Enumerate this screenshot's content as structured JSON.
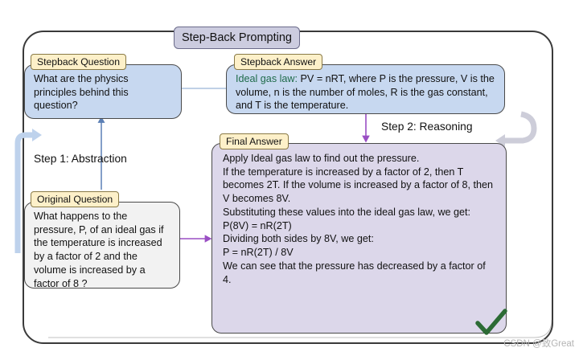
{
  "diagram": {
    "title": "Step-Back Prompting",
    "watermark": "CSDN @致Great",
    "colors": {
      "title_chip_bg": "#ccccdf",
      "tab_bg": "#fdf0c9",
      "box_blue": "#c7d8f0",
      "box_white": "#f2f2f2",
      "box_purple": "#dcd7ea",
      "arrow_blue": "#5b7fb5",
      "arrow_purple": "#9a4fc4",
      "arrow_gray": "#cdcdd9",
      "arrow_lightblue": "#bed2ec",
      "check_green": "#2c6b35",
      "accent_green_text": "#1f6b4a",
      "frame_border": "#3a3a3a"
    },
    "steps": [
      {
        "name": "step-1",
        "label": "Step 1: Abstraction"
      },
      {
        "name": "step-2",
        "label": "Step 2: Reasoning"
      }
    ],
    "nodes": {
      "stepback_question": {
        "tab": "Stepback Question",
        "lines": [
          "What are the physics",
          "principles behind this",
          "question?"
        ]
      },
      "stepback_answer": {
        "tab": "Stepback Answer",
        "highlight": "Ideal gas law:",
        "body": " PV = nRT, where P is the pressure, V is the volume, n is the number of moles, R is the gas constant, and T is the temperature."
      },
      "original_question": {
        "tab": "Original Question",
        "lines": [
          "What happens to the",
          "pressure, P, of an ideal gas if",
          "the temperature is increased",
          "by a factor of 2 and the",
          "volume is increased by a",
          "factor of 8 ?"
        ]
      },
      "final_answer": {
        "tab": "Final Answer",
        "paragraphs": [
          "Apply Ideal gas law to find out the pressure.",
          "If the temperature is increased by a factor of 2, then T becomes 2T. If the volume is increased by a factor of 8, then V becomes 8V.",
          "Substituting these values into the ideal gas law, we get:\nP(8V) = nR(2T)",
          "Dividing both sides by 8V, we get:\nP = nR(2T) / 8V",
          "We can see that the pressure has decreased by a factor of 4."
        ],
        "verdict_icon": "check-mark"
      }
    }
  }
}
